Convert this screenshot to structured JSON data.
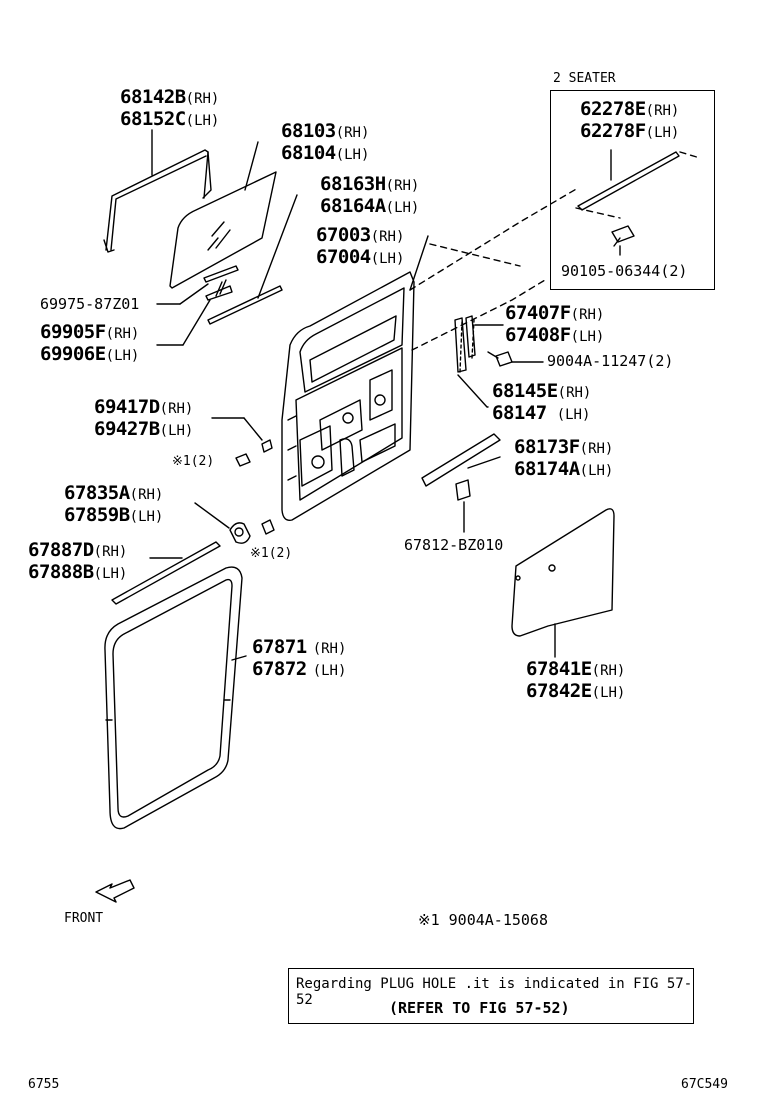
{
  "parts": {
    "p68142": {
      "num": "68142B",
      "side": "(RH)"
    },
    "p68152": {
      "num": "68152C",
      "side": "(LH)"
    },
    "p68103": {
      "num": "68103",
      "side": "(RH)"
    },
    "p68104": {
      "num": "68104",
      "side": "(LH)"
    },
    "p68163": {
      "num": "68163H",
      "side": "(RH)"
    },
    "p68164": {
      "num": "68164A",
      "side": "(LH)"
    },
    "p67003": {
      "num": "67003",
      "side": "(RH)"
    },
    "p67004": {
      "num": "67004",
      "side": "(LH)"
    },
    "p69975": {
      "num": "69975-87Z01"
    },
    "p69905": {
      "num": "69905F",
      "side": "(RH)"
    },
    "p69906": {
      "num": "69906E",
      "side": "(LH)"
    },
    "p67407": {
      "num": "67407F",
      "side": "(RH)"
    },
    "p67408": {
      "num": "67408F",
      "side": "(LH)"
    },
    "p9004a11247": {
      "num": "9004A-11247(2)"
    },
    "p68145": {
      "num": "68145E",
      "side": "(RH)"
    },
    "p68147": {
      "num": "68147",
      "side": "(LH)"
    },
    "p69417": {
      "num": "69417D",
      "side": "(RH)"
    },
    "p69427": {
      "num": "69427B",
      "side": "(LH)"
    },
    "mark1a": {
      "text": "※1(2)"
    },
    "p68173": {
      "num": "68173F",
      "side": "(RH)"
    },
    "p68174": {
      "num": "68174A",
      "side": "(LH)"
    },
    "p67835": {
      "num": "67835A",
      "side": "(RH)"
    },
    "p67859": {
      "num": "67859B",
      "side": "(LH)"
    },
    "mark1b": {
      "text": "※1(2)"
    },
    "p67812": {
      "num": "67812-BZ010"
    },
    "p67887": {
      "num": "67887D",
      "side": "(RH)"
    },
    "p67888": {
      "num": "67888B",
      "side": "(LH)"
    },
    "p67871": {
      "num": "67871",
      "side": "(RH)"
    },
    "p67872": {
      "num": "67872",
      "side": "(LH)"
    },
    "p67841": {
      "num": "67841E",
      "side": "(RH)"
    },
    "p67842": {
      "num": "67842E",
      "side": "(LH)"
    }
  },
  "seater_box": {
    "title": "2 SEATER",
    "p62278e": {
      "num": "62278E",
      "side": "(RH)"
    },
    "p62278f": {
      "num": "62278F",
      "side": "(LH)"
    },
    "p90105": {
      "num": "90105-06344(2)"
    }
  },
  "front_label": "FRONT",
  "footnote": "※1 9004A-15068",
  "note": {
    "line1": "Regarding PLUG HOLE .it is indicated in FIG 57-52",
    "line2": "(REFER TO FIG 57-52)"
  },
  "page_id_left": "6755",
  "page_id_right": "67C549",
  "colors": {
    "line": "#000000",
    "background": "#ffffff"
  }
}
